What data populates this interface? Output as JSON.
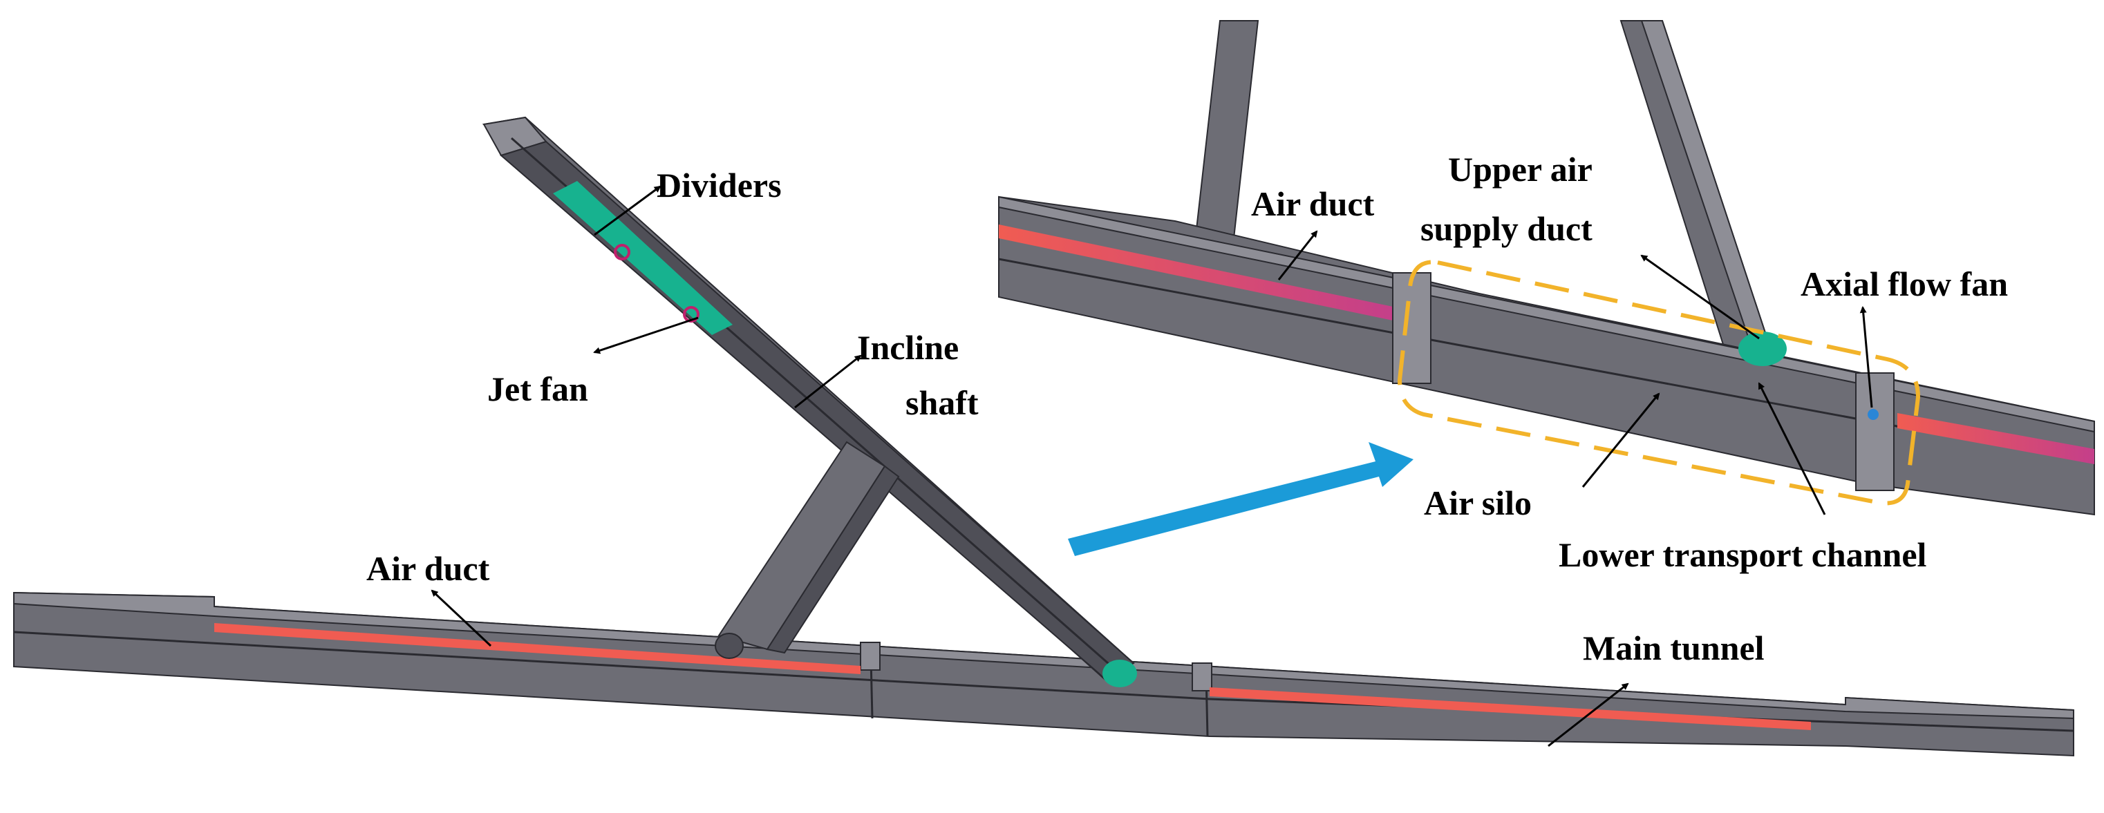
{
  "colors": {
    "tunnel_face": "#6d6d75",
    "tunnel_dark": "#4f4f57",
    "tunnel_light": "#8e8e96",
    "edge": "#2a2a30",
    "air_duct": "#f05c52",
    "air_duct_gradient_end": "#c43f8a",
    "fan": "#17b28f",
    "fan_light": "#5fd9b7",
    "divider": "#c0206c",
    "arrow_blue": "#1b9bd8",
    "highlight_dash": "#f2b32a",
    "axial_fan": "#2a86d6"
  },
  "labels": {
    "dividers": "Dividers",
    "jet_fan": "Jet fan",
    "inclined_shaft_line1": "Incline",
    "inclined_shaft_line2": "shaft",
    "air_duct_left": "Air duct",
    "main_tunnel": "Main tunnel",
    "air_duct_right": "Air duct",
    "upper_air_supply_duct_line1": "Upper air",
    "upper_air_supply_duct_line2": "supply duct",
    "axial_flow_fan": "Axial flow fan",
    "air_silo": "Air silo",
    "lower_transport_channel": "Lower transport channel"
  }
}
